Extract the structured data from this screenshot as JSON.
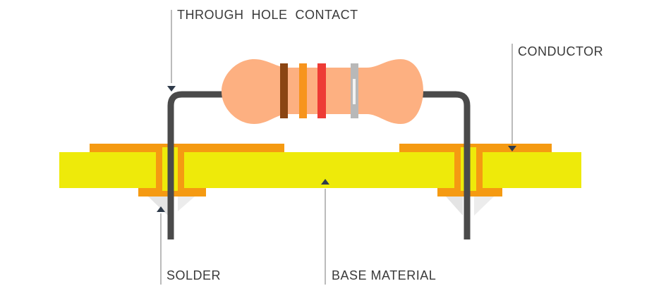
{
  "labels": {
    "through_hole_contact": "THROUGH  HOLE  CONTACT",
    "conductor": "CONDUCTOR",
    "solder": "SOLDER",
    "base_material": "BASE MATERIAL"
  },
  "colors": {
    "base_material": "#eeea0a",
    "copper_pad": "#f59a12",
    "solder_fill": "#e0e0e0",
    "lead": "#4a4a4a",
    "resistor_body": "#fdb081",
    "band_1": "#8b4513",
    "band_2": "#f7941d",
    "band_3": "#ee3b35",
    "band_4": "#b8b8b8",
    "pointer": "#2f3b4a",
    "text": "#3a3a3a"
  }
}
